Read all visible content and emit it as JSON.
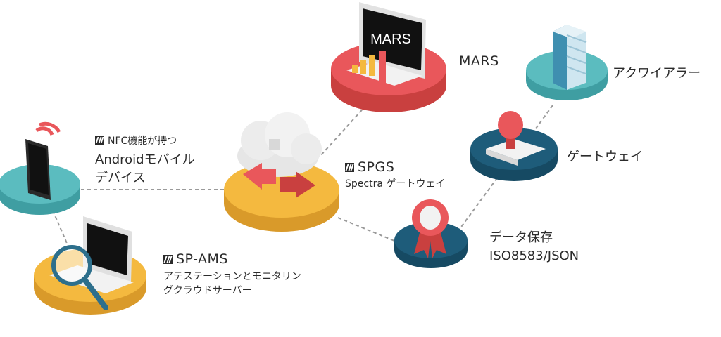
{
  "nodes": {
    "mars": {
      "label": "MARS",
      "screen_text": "MARS"
    },
    "aqua": {
      "label": "アクワイアラー"
    },
    "gateway": {
      "label": "ゲートウェイ"
    },
    "storage": {
      "line1": "データ保存",
      "line2": "ISO8583/JSON"
    },
    "spgs": {
      "title": "SPGS",
      "subtitle": "Spectra ゲートウェイ"
    },
    "device": {
      "line1": "NFC機能が持つ",
      "line2": "Androidモバイル",
      "line3": "デバイス"
    },
    "spams": {
      "title": "SP-AMS",
      "line1": "アテステーションとモニタリン",
      "line2": "グクラウドサーバー"
    }
  },
  "colors": {
    "red": "#e9575b",
    "teal": "#5bbcbf",
    "navy": "#1e5c7a",
    "yellow": "#f4b93f",
    "line": "#9a9a9a",
    "text": "#2b2b2b"
  }
}
